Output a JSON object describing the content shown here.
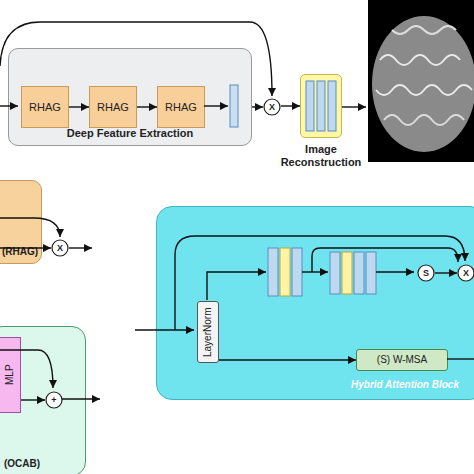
{
  "diagram": {
    "nodes": [
      {
        "text": [
          "Deep Feature Extraction"
        ]
      },
      {
        "text": [
          "RHAG"
        ],
        "in": 0
      },
      {
        "text": [
          "RHAG"
        ],
        "in": 0
      },
      {
        "text": [
          "RHAG"
        ],
        "in": 0
      },
      {
        "text": [
          "X"
        ]
      },
      {
        "text": [
          "Image Reconstruction"
        ]
      },
      {
        "text": [
          "(RHAG)"
        ]
      },
      {
        "text": [
          "X"
        ]
      },
      {
        "text": [
          "Hybrid Attention Block"
        ]
      },
      {
        "text": [
          "LayerNorm"
        ],
        "in": 8
      },
      {
        "text": [
          "S"
        ],
        "in": 8
      },
      {
        "text": [
          "X"
        ],
        "in": 8
      },
      {
        "text": [
          "(S) W-MSA"
        ],
        "in": 8
      },
      {
        "text": [
          "(OCAB)"
        ]
      },
      {
        "text": [
          "MLP"
        ],
        "in": 13
      },
      {
        "text": [
          "+"
        ],
        "in": 13
      }
    ],
    "edges": [
      {
        "from": 1,
        "to": 2,
        "arrow": "to"
      },
      {
        "from": 2,
        "to": 3,
        "arrow": "to"
      },
      {
        "from": 0,
        "to": 4,
        "arrow": "to"
      },
      {
        "from": 4,
        "to": 5,
        "arrow": "to"
      },
      {
        "from": 6,
        "to": 7,
        "arrow": "to"
      },
      {
        "from": 9,
        "to": 12,
        "arrow": "to"
      },
      {
        "from": 10,
        "to": 11,
        "arrow": "to"
      },
      {
        "from": 14,
        "to": 15,
        "arrow": "to"
      }
    ]
  }
}
